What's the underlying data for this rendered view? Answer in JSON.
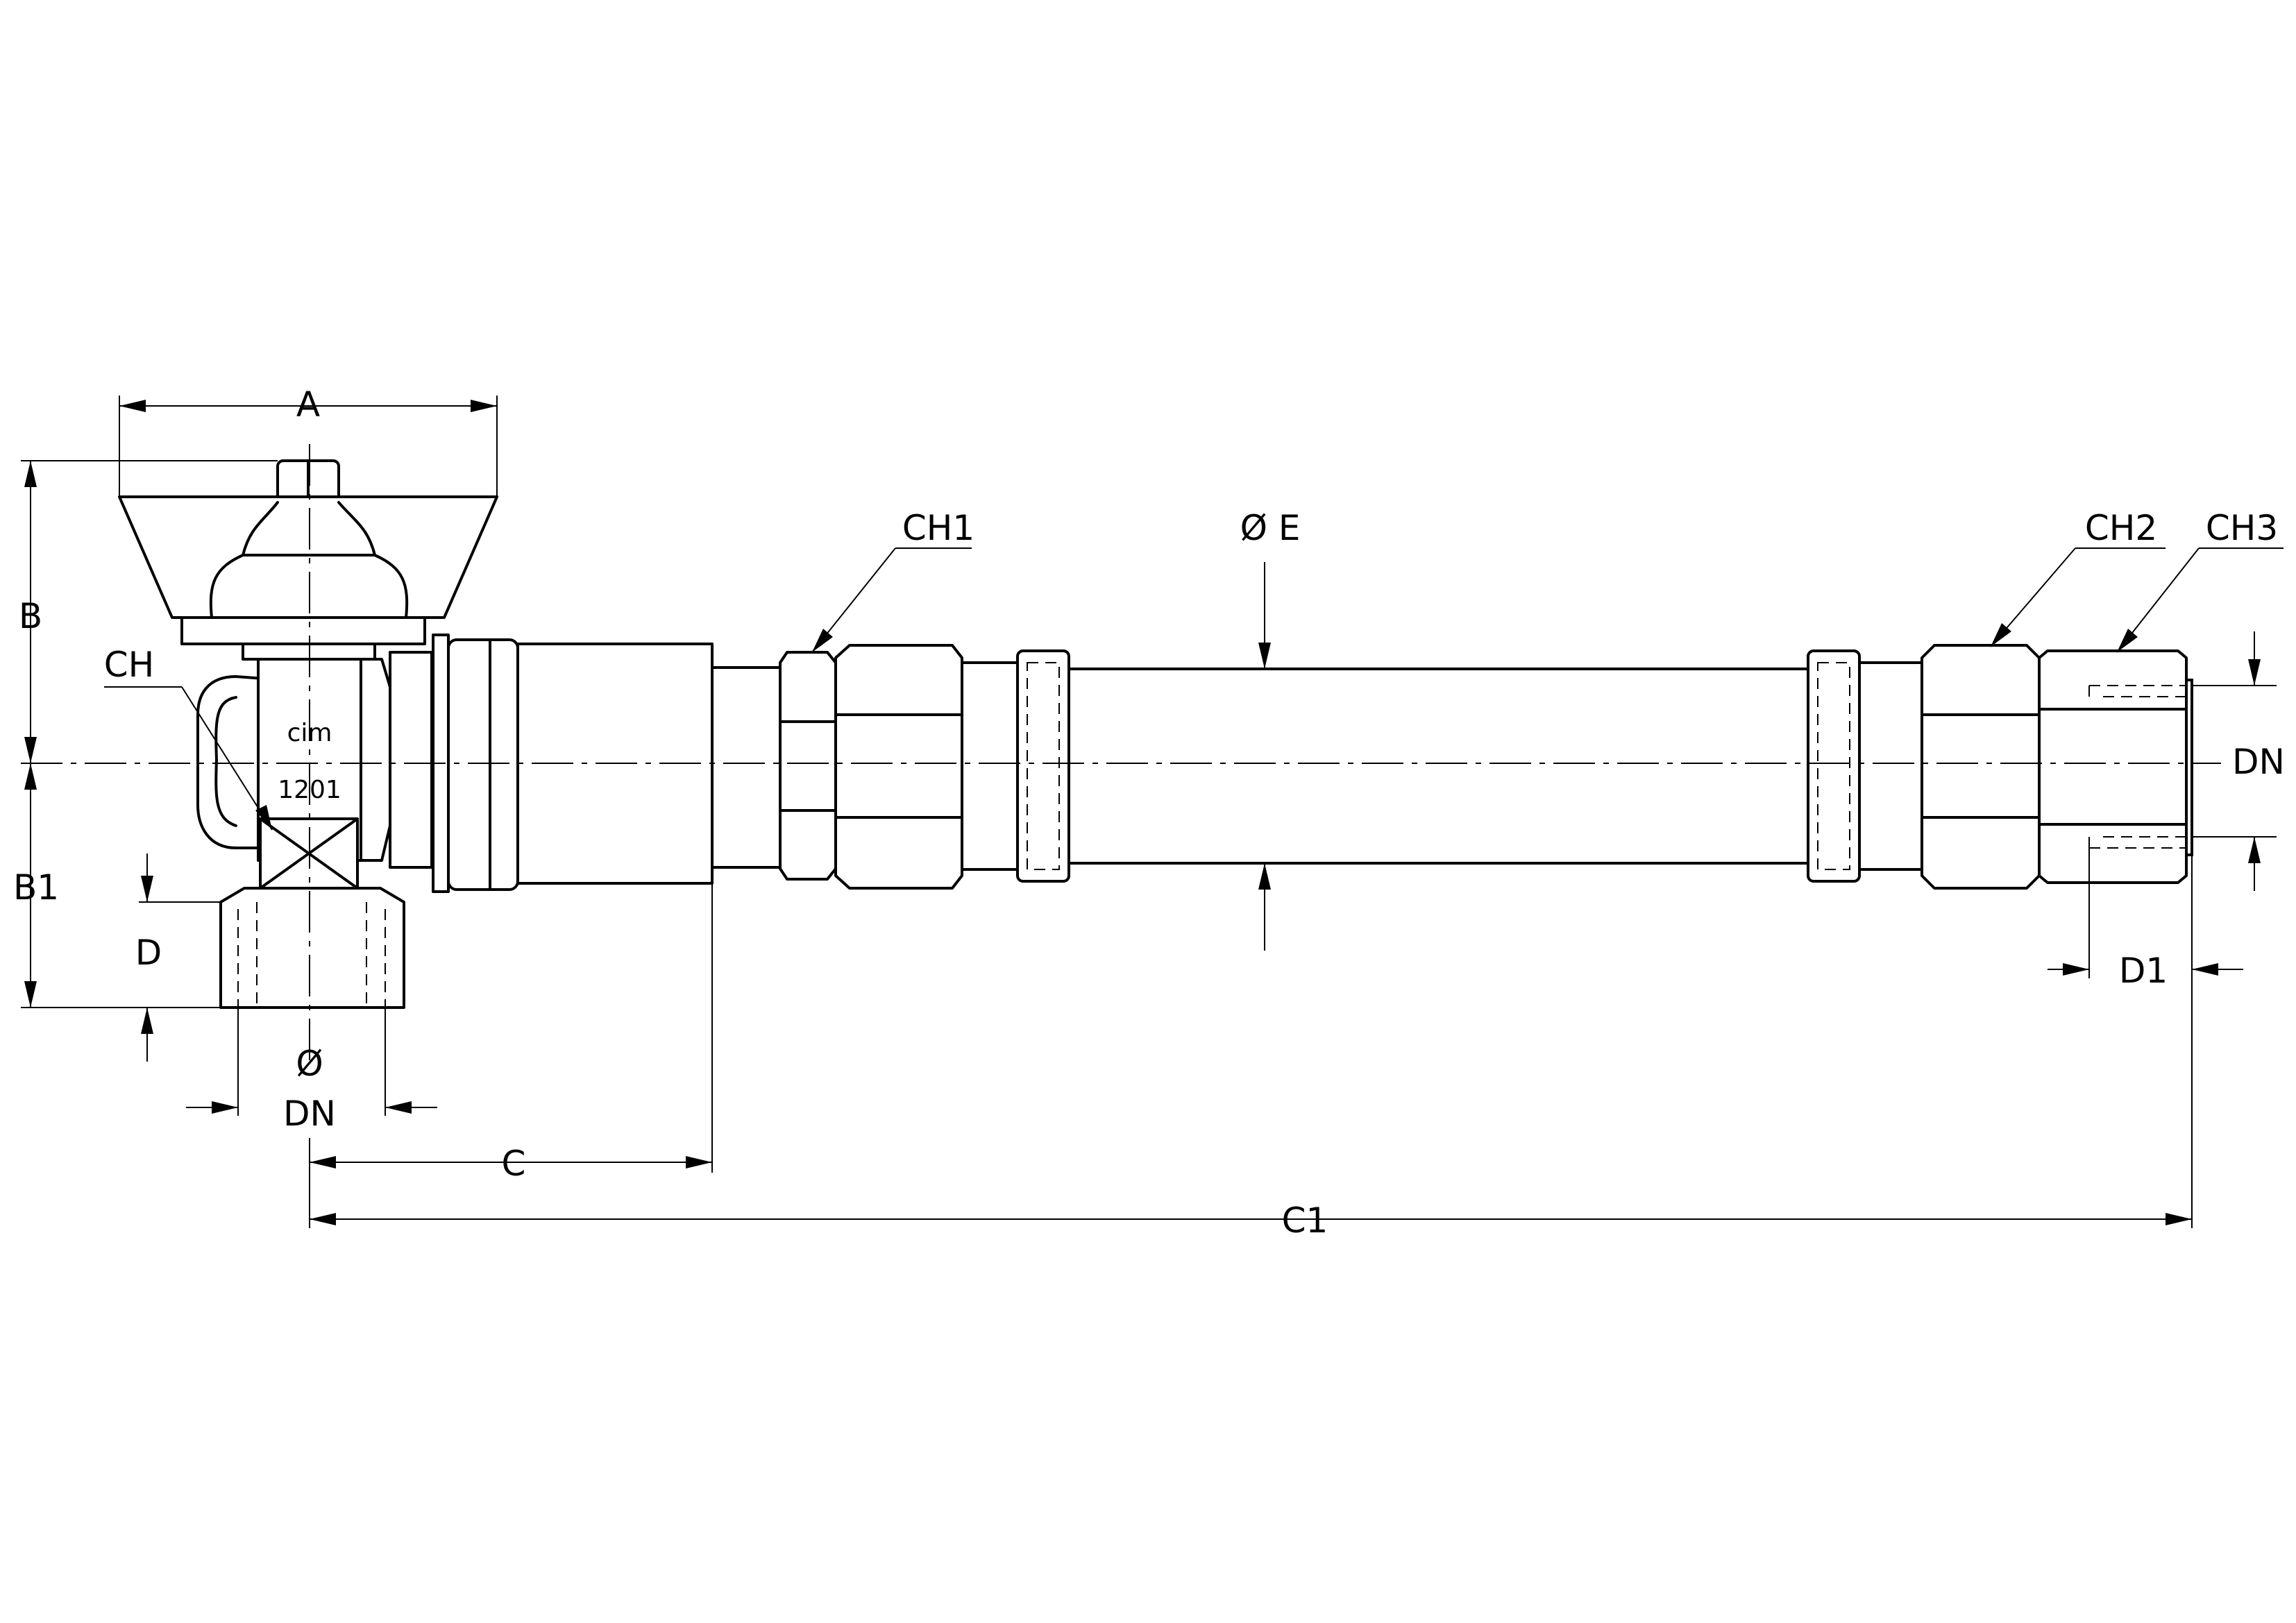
{
  "labels": {
    "A": "A",
    "B": "B",
    "B1": "B1",
    "CH": "CH",
    "D": "D",
    "DIA": "Ø",
    "DN_left": "DN",
    "C": "C",
    "C1": "C1",
    "CH1": "CH1",
    "E": "Ø E",
    "CH2": "CH2",
    "CH3": "CH3",
    "DN_right": "DN",
    "D1": "D1"
  },
  "markings": {
    "brand": "cim",
    "model": "1201"
  },
  "colors": {
    "line": "#000000",
    "background": "#ffffff"
  }
}
